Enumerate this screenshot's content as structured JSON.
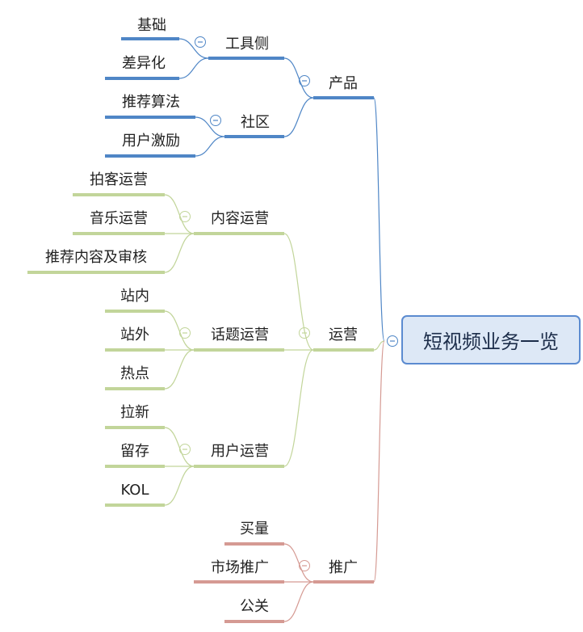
{
  "root": {
    "label": "短视频业务一览"
  },
  "colors": {
    "product": "#4f86c6",
    "operations": "#c2d59a",
    "promotion": "#d59a93"
  },
  "branches": {
    "product": {
      "label": "产品",
      "children": [
        {
          "label": "工具侧",
          "children": [
            "基础",
            "差异化"
          ]
        },
        {
          "label": "社区",
          "children": [
            "推荐算法",
            "用户激励"
          ]
        }
      ]
    },
    "operations": {
      "label": "运营",
      "children": [
        {
          "label": "内容运营",
          "children": [
            "拍客运营",
            "音乐运营",
            "推荐内容及审核"
          ]
        },
        {
          "label": "话题运营",
          "children": [
            "站内",
            "站外",
            "热点"
          ]
        },
        {
          "label": "用户运营",
          "children": [
            "拉新",
            "留存",
            "KOL"
          ]
        }
      ]
    },
    "promotion": {
      "label": "推广",
      "children": [
        "买量",
        "市场推广",
        "公关"
      ]
    }
  }
}
